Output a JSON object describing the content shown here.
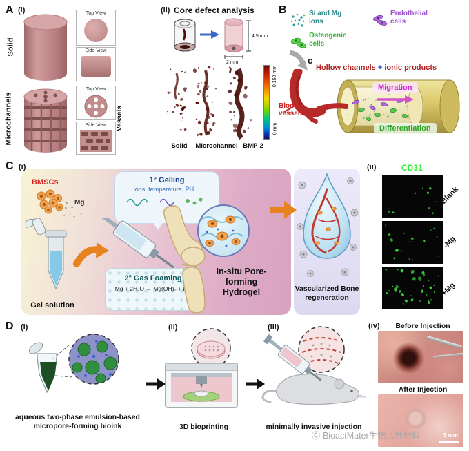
{
  "panelA": {
    "label": "A",
    "i": "(i)",
    "ii": "(ii)",
    "solid": "Solid",
    "microchannels": "Microchannels",
    "top_view": "Top View",
    "side_view": "Side View",
    "vessels": "Vessels",
    "core_title": "Core defect analysis",
    "dim_height": "4.5 mm",
    "dim_diameter": "2 mm",
    "scale_max": "0.150 mm",
    "scale_min": "0 mm",
    "groups": [
      "Solid",
      "Microchannel",
      "BMP-2"
    ]
  },
  "panelB": {
    "label": "B",
    "legend": [
      {
        "name": "si-mg-ions",
        "label": "Si and Mg ions",
        "color": "#2e8b8b"
      },
      {
        "name": "endothelial-cells",
        "label": "Endothelial cells",
        "color": "#9b4fd0"
      },
      {
        "name": "osteogenic-cells",
        "label": "Osteogenic cells",
        "color": "#2db92d"
      }
    ],
    "c_marker": "c",
    "title_pre": "Hollow channels ",
    "title_plus": "+",
    "title_post": " ionic products",
    "blood_vessels": "Blood vessels",
    "migration": "Migration",
    "differentiation": "Differentiation"
  },
  "panelC": {
    "label": "C",
    "i": "(i)",
    "ii": "(ii)",
    "bmscs": "BMSCs",
    "mg": "Mg",
    "gel_solution": "Gel solution",
    "gelling_title": "1° Gelling",
    "gelling_sub": "ions, temperature, PH…",
    "foaming_title": "2° Gas Foaming",
    "foaming_formula": "Mg + 2H₂O → Mg(OH)₂ + H₂!",
    "insitu": "In-situ Pore-forming Hydrogel",
    "vascularized": "Vascularized Bone regeneration",
    "cd31": "CD31",
    "rows": [
      "Blank",
      "-Mg",
      "+Mg"
    ]
  },
  "panelD": {
    "label": "D",
    "steps": [
      {
        "num": "(i)",
        "caption": "aqueous two-phase emulsion-based micropore-forming bioink"
      },
      {
        "num": "(ii)",
        "caption": "3D bioprinting"
      },
      {
        "num": "(iii)",
        "caption": "minimally invasive injection"
      },
      {
        "num": "(iv)"
      }
    ],
    "before": "Before Injection",
    "after": "After Injection",
    "scale": "5 mm",
    "watermark": "Ⓒ BioactMater生物活性材料"
  }
}
